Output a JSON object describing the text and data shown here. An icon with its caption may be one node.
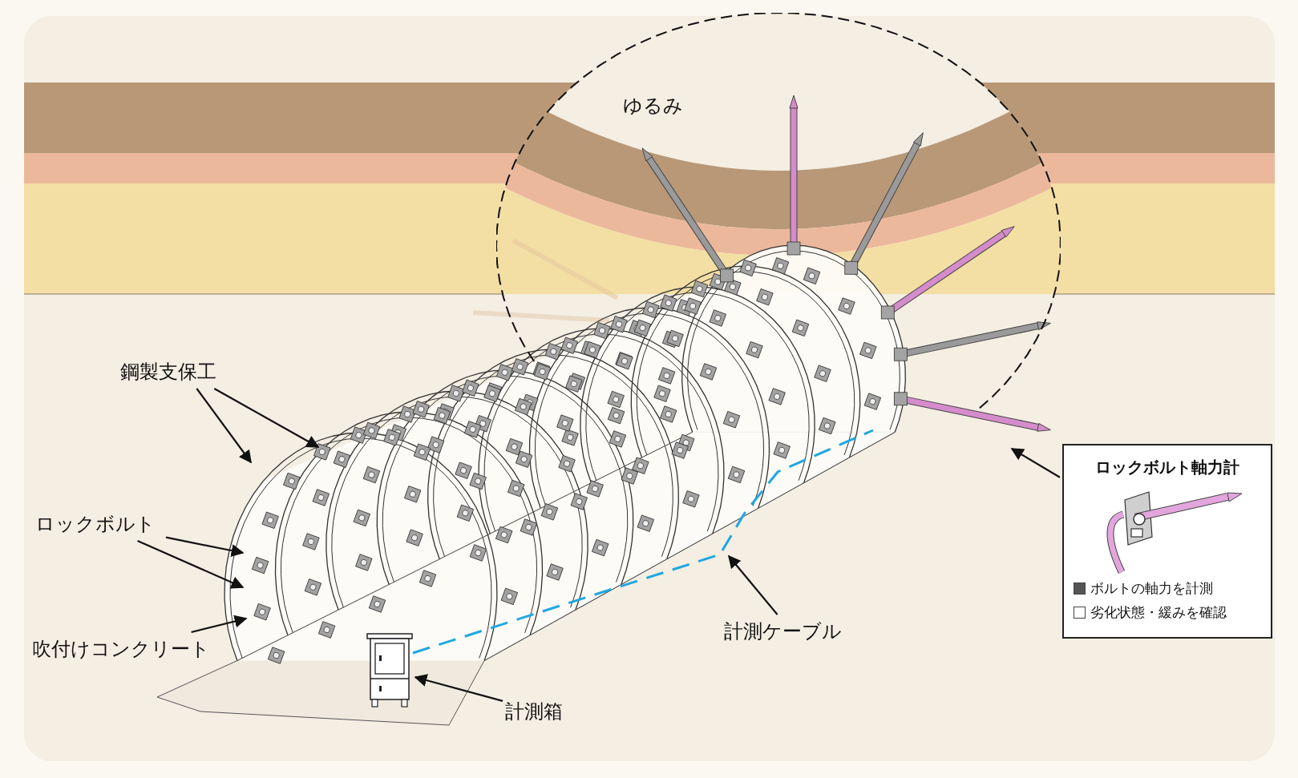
{
  "diagram": {
    "nodes": [
      {
        "text": [
          "ゆるみ"
        ]
      },
      {
        "text": [
          "鋼製支保工"
        ]
      },
      {
        "text": [
          "ロックボルト"
        ]
      },
      {
        "text": [
          "吹付けコンクリート"
        ]
      },
      {
        "text": [],
        "shape": "box"
      },
      {
        "text": [
          "計測箱"
        ]
      },
      {
        "text": [
          "計測ケーブル"
        ]
      },
      {
        "text": [
          "ロックボルト軸力計"
        ]
      }
    ],
    "edges": [
      {
        "from": 1,
        "to": null,
        "arrow": "to"
      },
      {
        "from": 1,
        "to": null,
        "arrow": "to"
      },
      {
        "from": 2,
        "to": null,
        "arrow": "to"
      },
      {
        "from": 2,
        "to": null,
        "arrow": "to"
      },
      {
        "from": 3,
        "to": null,
        "arrow": "to"
      },
      {
        "from": 6,
        "to": null,
        "arrow": "to"
      },
      {
        "from": 5,
        "to": 4,
        "arrow": "to"
      },
      {
        "from": 7,
        "to": null,
        "arrow": "to"
      }
    ],
    "legend": [
      {
        "text": "ボルトの軸力を計測",
        "color": "#555555"
      },
      {
        "text": "劣化状態・緩みを確認",
        "color": "#ffffff"
      }
    ]
  }
}
